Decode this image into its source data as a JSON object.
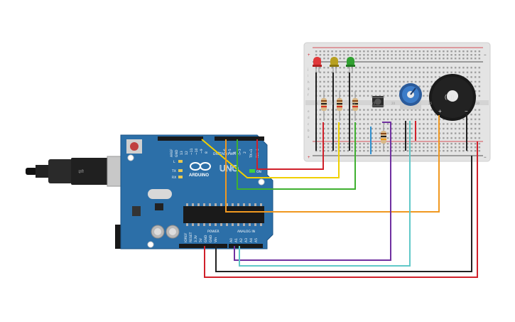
{
  "arduino": {
    "logo_text": "ARDUINO",
    "model": "UNO",
    "header_digital": "DIGITAL (PWM ~)",
    "header_power": "POWER",
    "header_analog": "ANALOG IN",
    "on_label": "ON",
    "led_l": "L",
    "led_tx": "TX",
    "led_rx": "RX",
    "aref": "AREF",
    "gnd": "GND",
    "pin_13": "13",
    "pin_12": "12",
    "pin_11": "~11",
    "pin_10": "~10",
    "pin_9": "~9",
    "pin_8": "8",
    "pin_7": "7",
    "pin_6": "~6",
    "pin_5": "~5",
    "pin_4": "4",
    "pin_3": "~3",
    "pin_2": "2",
    "pin_tx": "TX→1",
    "pin_rx": "RX←0",
    "ioref": "IOREF",
    "reset": "RESET",
    "v33": "3.3V",
    "v5": "5V",
    "gnd1": "GND",
    "gnd2": "GND",
    "vin": "Vin",
    "a0": "A0",
    "a1": "A1",
    "a2": "A2",
    "a3": "A3",
    "a4": "A4",
    "a5": "A5"
  },
  "breadboard": {
    "rows_top": [
      "j",
      "i",
      "h",
      "g",
      "f"
    ],
    "rows_bottom": [
      "e",
      "d",
      "c",
      "b",
      "a"
    ],
    "col_labels": [
      "1",
      "5",
      "10",
      "15",
      "20",
      "25",
      "30"
    ],
    "plus": "+",
    "minus": "−"
  },
  "buzzer": {
    "symbol": "((·))",
    "plus": "+",
    "minus": "−"
  },
  "colors": {
    "board": "#2c6fa8",
    "wire_red": "#d0202a",
    "wire_black": "#222222",
    "wire_yellow": "#f0d000",
    "wire_green": "#3fb030",
    "wire_orange": "#f09820",
    "wire_purple": "#7030a0",
    "wire_cyan": "#60c8c8",
    "wire_blue": "#3090d0"
  }
}
